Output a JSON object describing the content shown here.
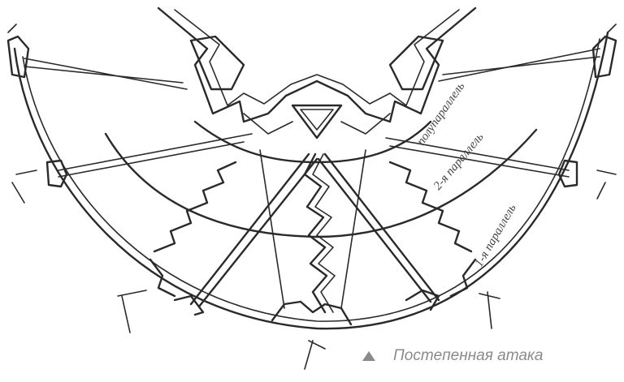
{
  "caption": {
    "text": "Постепенная атака",
    "icon": "triangle-up-icon"
  },
  "labels": {
    "half_parallel": "полупараллель",
    "second_parallel": "2-я параллель",
    "first_parallel": "1-я параллель"
  }
}
